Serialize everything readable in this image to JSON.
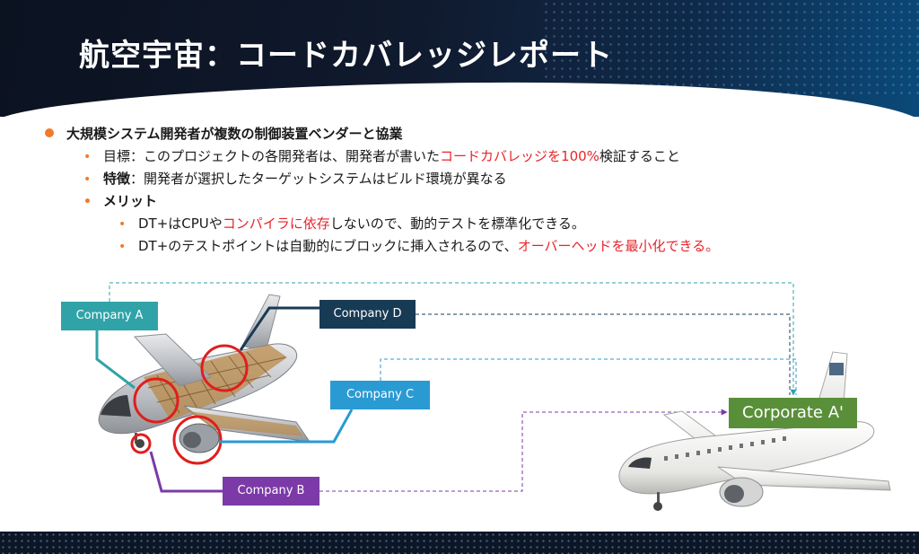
{
  "title": "航空宇宙：コードカバレッジレポート",
  "bullets": {
    "main": "大規模システム開発者が複数の制御装置ベンダーと協業",
    "goal": {
      "label": "目標",
      "text1": "：このプロジェクトの各開発者は、開発者が書いた",
      "highlight": "コードカバレッジを100%",
      "text2": "検証すること"
    },
    "feature": {
      "label": "特徴",
      "text": "：開発者が選択したターゲットシステムはビルド環境が異なる"
    },
    "merit": {
      "label": "メリット",
      "item1": {
        "text1": "DT+はCPUや",
        "highlight": "コンパイラに依存",
        "text2": "しないので、動的テストを標準化できる。"
      },
      "item2": {
        "text1": "DT+のテストポイントは自動的にブロックに挿入されるので、",
        "highlight": "オーバーヘッドを最小化できる。"
      }
    }
  },
  "diagram": {
    "company_a": "Company A",
    "company_b": "Company B",
    "company_c": "Company C",
    "company_d": "Company D",
    "corporate": "Corporate A'"
  },
  "colors": {
    "accent_orange": "#f07a2a",
    "highlight_red": "#e8252b",
    "company_a": "#2fa3a8",
    "company_b": "#7b3aa7",
    "company_c": "#2a9ad3",
    "company_d": "#183b55",
    "corporate": "#5a8f3a",
    "circle_red": "#e01e1e"
  }
}
